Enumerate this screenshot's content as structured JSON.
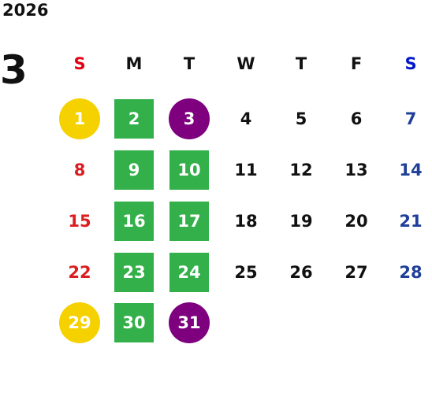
{
  "calendar": {
    "year": "2026",
    "month": "3",
    "weekdays": [
      {
        "label": "S",
        "color": "#e30012"
      },
      {
        "label": "M",
        "color": "#111111"
      },
      {
        "label": "T",
        "color": "#111111"
      },
      {
        "label": "W",
        "color": "#111111"
      },
      {
        "label": "T",
        "color": "#111111"
      },
      {
        "label": "F",
        "color": "#111111"
      },
      {
        "label": "S",
        "color": "#0018c9"
      }
    ],
    "weeks": [
      [
        {
          "text": "1",
          "color": "#ffffff",
          "bg": "#f6d100",
          "shape": "circle"
        },
        {
          "text": "2",
          "color": "#ffffff",
          "bg": "#33b04a",
          "shape": "square"
        },
        {
          "text": "3",
          "color": "#ffffff",
          "bg": "#7e007e",
          "shape": "circle"
        },
        {
          "text": "4",
          "color": "#111111",
          "bg": "",
          "shape": "none"
        },
        {
          "text": "5",
          "color": "#111111",
          "bg": "",
          "shape": "none"
        },
        {
          "text": "6",
          "color": "#111111",
          "bg": "",
          "shape": "none"
        },
        {
          "text": "7",
          "color": "#1f3f98",
          "bg": "",
          "shape": "none"
        }
      ],
      [
        {
          "text": "8",
          "color": "#d91e22",
          "bg": "",
          "shape": "none"
        },
        {
          "text": "9",
          "color": "#ffffff",
          "bg": "#33b04a",
          "shape": "square"
        },
        {
          "text": "10",
          "color": "#ffffff",
          "bg": "#33b04a",
          "shape": "square"
        },
        {
          "text": "11",
          "color": "#111111",
          "bg": "",
          "shape": "none"
        },
        {
          "text": "12",
          "color": "#111111",
          "bg": "",
          "shape": "none"
        },
        {
          "text": "13",
          "color": "#111111",
          "bg": "",
          "shape": "none"
        },
        {
          "text": "14",
          "color": "#1f3f98",
          "bg": "",
          "shape": "none"
        }
      ],
      [
        {
          "text": "15",
          "color": "#d91e22",
          "bg": "",
          "shape": "none"
        },
        {
          "text": "16",
          "color": "#ffffff",
          "bg": "#33b04a",
          "shape": "square"
        },
        {
          "text": "17",
          "color": "#ffffff",
          "bg": "#33b04a",
          "shape": "square"
        },
        {
          "text": "18",
          "color": "#111111",
          "bg": "",
          "shape": "none"
        },
        {
          "text": "19",
          "color": "#111111",
          "bg": "",
          "shape": "none"
        },
        {
          "text": "20",
          "color": "#111111",
          "bg": "",
          "shape": "none"
        },
        {
          "text": "21",
          "color": "#1f3f98",
          "bg": "",
          "shape": "none"
        }
      ],
      [
        {
          "text": "22",
          "color": "#d91e22",
          "bg": "",
          "shape": "none"
        },
        {
          "text": "23",
          "color": "#ffffff",
          "bg": "#33b04a",
          "shape": "square"
        },
        {
          "text": "24",
          "color": "#ffffff",
          "bg": "#33b04a",
          "shape": "square"
        },
        {
          "text": "25",
          "color": "#111111",
          "bg": "",
          "shape": "none"
        },
        {
          "text": "26",
          "color": "#111111",
          "bg": "",
          "shape": "none"
        },
        {
          "text": "27",
          "color": "#111111",
          "bg": "",
          "shape": "none"
        },
        {
          "text": "28",
          "color": "#1f3f98",
          "bg": "",
          "shape": "none"
        }
      ],
      [
        {
          "text": "29",
          "color": "#ffffff",
          "bg": "#f6d100",
          "shape": "circle"
        },
        {
          "text": "30",
          "color": "#ffffff",
          "bg": "#33b04a",
          "shape": "square"
        },
        {
          "text": "31",
          "color": "#ffffff",
          "bg": "#7e007e",
          "shape": "circle"
        }
      ]
    ]
  }
}
